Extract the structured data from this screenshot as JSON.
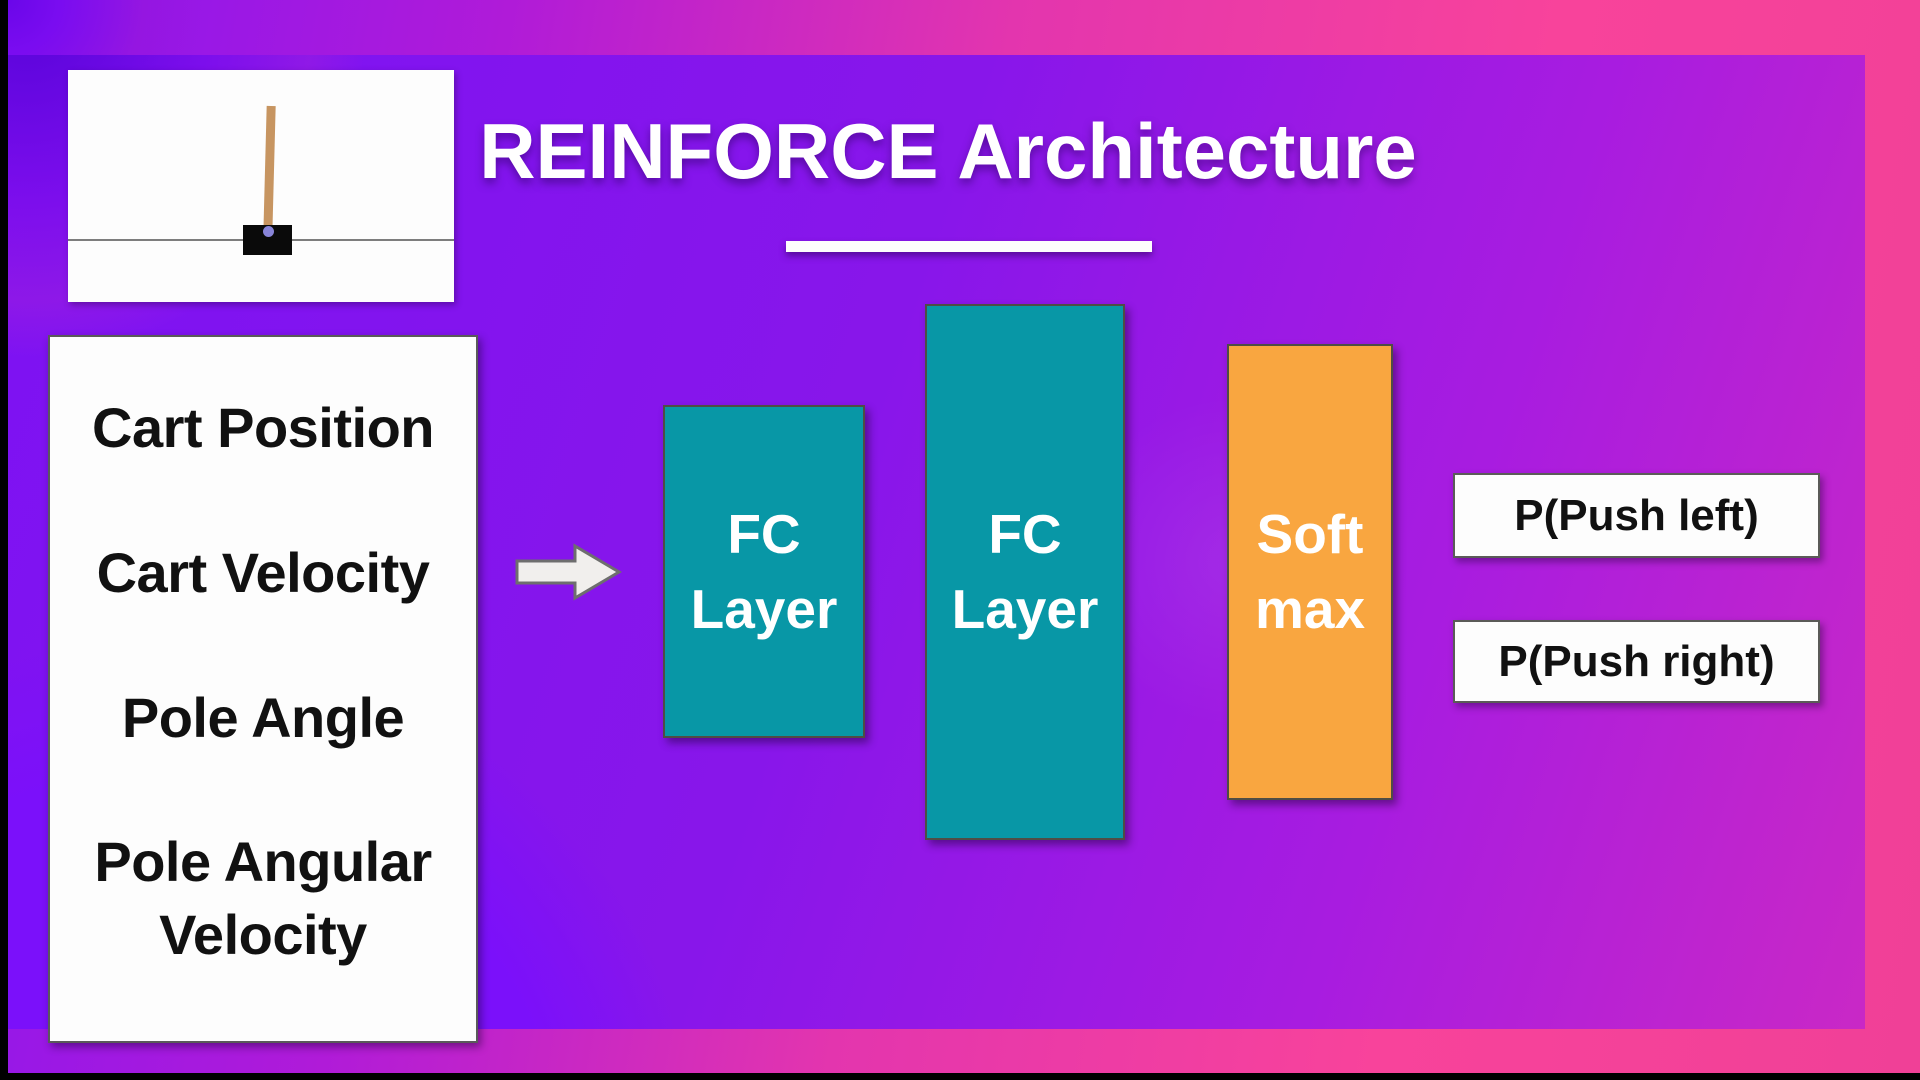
{
  "title": "REINFORCE Architecture",
  "inputs": {
    "items": [
      "Cart Position",
      "Cart Velocity",
      "Pole Angle",
      "Pole Angular Velocity"
    ]
  },
  "layers": [
    {
      "line1": "FC",
      "line2": "Layer"
    },
    {
      "line1": "FC",
      "line2": "Layer"
    },
    {
      "line1": "Soft",
      "line2": "max"
    }
  ],
  "outputs": [
    "P(Push left)",
    "P(Push right)"
  ],
  "theme": {
    "teal": "#0897a6",
    "orange": "#f9a640",
    "slide-purple": "#7d12f3",
    "slide-pink": "#f8439b",
    "box-border": "#4f4d45",
    "pole-tan": "#c79561",
    "cart-black": "#0a0a0a",
    "text-dark": "#111111"
  }
}
